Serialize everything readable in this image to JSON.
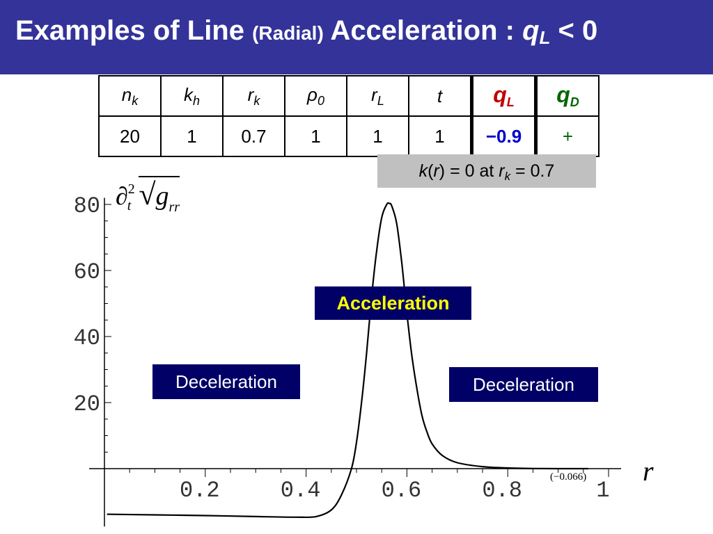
{
  "title": {
    "part1": "Examples of Line ",
    "part2": "(Radial)",
    "part3": " Acceleration :  ",
    "q": "q",
    "q_sub": "L",
    "part4": " < 0"
  },
  "table": {
    "headers": [
      {
        "main": "n",
        "sub": "k"
      },
      {
        "main": "k",
        "sub": "h"
      },
      {
        "main": "r",
        "sub": "k"
      },
      {
        "main": "ρ",
        "sub": "0"
      },
      {
        "main": "r",
        "sub": "L"
      },
      {
        "main": "t",
        "sub": ""
      },
      {
        "main": "q",
        "sub": "L"
      },
      {
        "main": "q",
        "sub": "D"
      }
    ],
    "values": [
      "20",
      "1",
      "0.7",
      "1",
      "1",
      "1",
      "−0.9",
      "+"
    ]
  },
  "condition": {
    "k": "k",
    "r": "r",
    "text1": ") = 0  at  ",
    "rk": "r",
    "rk_sub": "k",
    "text2": " = 0.7"
  },
  "labels": {
    "acceleration": "Acceleration",
    "deceleration_left": "Deceleration",
    "deceleration_right": "Deceleration",
    "x_axis": "r",
    "minimum_note": "(−0.066)",
    "y_axis_partial": "∂",
    "y_axis_exp": "2",
    "y_axis_t": "t",
    "y_axis_sqrt": "√",
    "y_axis_g": "g",
    "y_axis_g_sub": "rr"
  },
  "colors": {
    "title_bg": "#333399",
    "region_bg": "#000066",
    "acceleration_text": "#ffff00",
    "ql": "#c00000",
    "qd": "#006600",
    "ql_value": "#0000cc",
    "cond_bg": "#c0c0c0"
  },
  "chart_data": {
    "type": "line",
    "xlabel": "r",
    "ylabel": "∂t² √g_rr",
    "xlim": [
      0,
      1
    ],
    "ylim": [
      -15,
      82
    ],
    "x_ticks": [
      0.2,
      0.4,
      0.6,
      0.8,
      1
    ],
    "x_tick_labels": [
      "0.2",
      "0.4",
      "0.6",
      "0.8",
      "1"
    ],
    "y_ticks": [
      20,
      40,
      60,
      80
    ],
    "y_tick_labels": [
      "20",
      "40",
      "60",
      "80"
    ],
    "series": [
      {
        "x": [
          0.005,
          0.1,
          0.2,
          0.3,
          0.38,
          0.42,
          0.45,
          0.47,
          0.49,
          0.5,
          0.51,
          0.52,
          0.53,
          0.54,
          0.55,
          0.56,
          0.565,
          0.57,
          0.58,
          0.59,
          0.6,
          0.61,
          0.62,
          0.63,
          0.64,
          0.65,
          0.67,
          0.7,
          0.75,
          0.8,
          0.85,
          0.9,
          0.96
        ],
        "y": [
          -13.8,
          -14.0,
          -14.2,
          -14.5,
          -14.7,
          -14.5,
          -12.5,
          -8,
          0,
          8,
          20,
          35,
          52,
          66,
          76,
          80,
          80.3,
          79.5,
          74,
          62,
          47,
          34,
          24,
          16,
          11,
          7.5,
          4,
          1.8,
          0.6,
          0.2,
          0.05,
          0.0,
          0.0
        ]
      }
    ],
    "annotations": [
      "Acceleration",
      "Deceleration",
      "Deceleration",
      "(−0.066)"
    ]
  }
}
